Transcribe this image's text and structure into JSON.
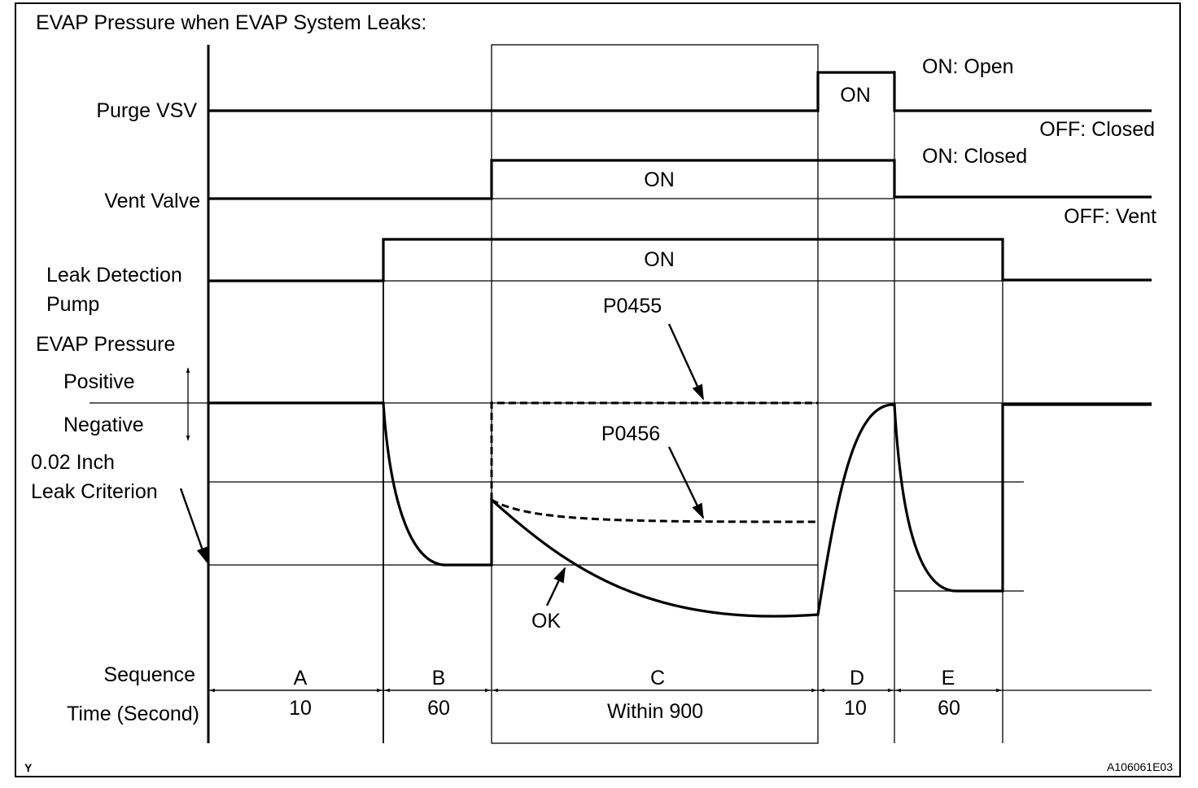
{
  "title": "EVAP Pressure when EVAP System Leaks:",
  "signals": {
    "purge_vsv": "Purge VSV",
    "vent_valve": "Vent Valve",
    "pump_line1": "Leak Detection",
    "pump_line2": "Pump",
    "evap_pressure": "EVAP Pressure",
    "positive": "Positive",
    "negative": "Negative",
    "leak_line1": "0.02 Inch",
    "leak_line2": "Leak Criterion"
  },
  "states": {
    "purge_on": "ON",
    "vent_on": "ON",
    "pump_on": "ON",
    "purge_on_meaning": "ON: Open",
    "purge_off_meaning": "OFF: Closed",
    "vent_on_meaning": "ON: Closed",
    "vent_off_meaning": "OFF: Vent"
  },
  "codes": {
    "p0455": "P0455",
    "p0456": "P0456",
    "ok": "OK"
  },
  "sequence": {
    "row_label": "Sequence",
    "time_label": "Time (Second)",
    "steps": [
      {
        "id": "A",
        "time": "10"
      },
      {
        "id": "B",
        "time": "60"
      },
      {
        "id": "C",
        "time": "Within 900"
      },
      {
        "id": "D",
        "time": "10"
      },
      {
        "id": "E",
        "time": "60"
      }
    ]
  },
  "corner_left": "Y",
  "figure_id": "A106061E03"
}
